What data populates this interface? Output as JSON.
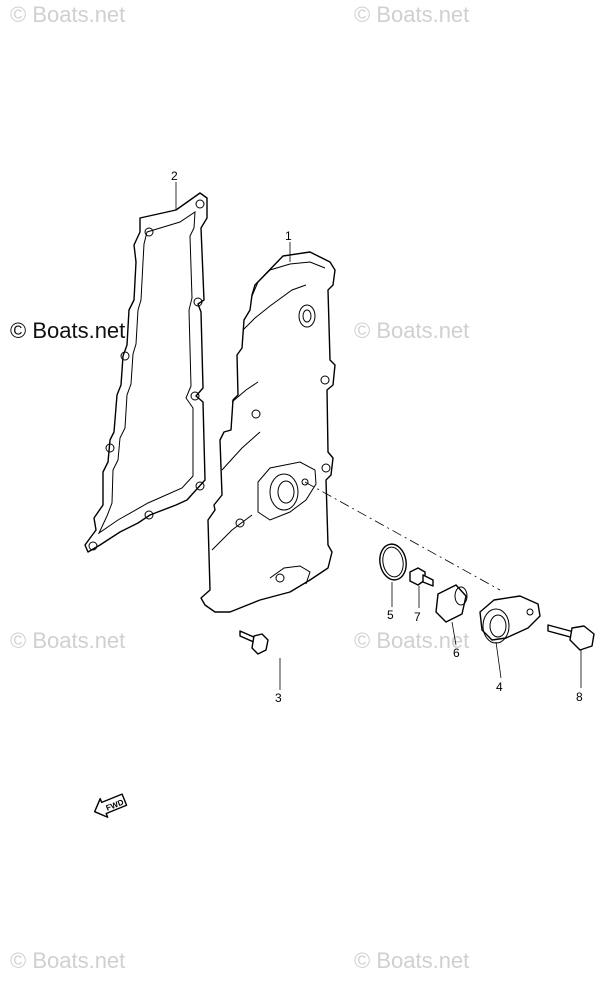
{
  "watermark": {
    "text": "© Boats.net",
    "color": "#d0d0d0",
    "strong_color": "#111111"
  },
  "callouts": {
    "p1": "1",
    "p2": "2",
    "p3": "3",
    "p4": "4",
    "p5": "5",
    "p6": "6",
    "p7": "7",
    "p8": "8"
  },
  "fwd": {
    "text": "FWD",
    "icon": "fwd-arrow-icon"
  }
}
